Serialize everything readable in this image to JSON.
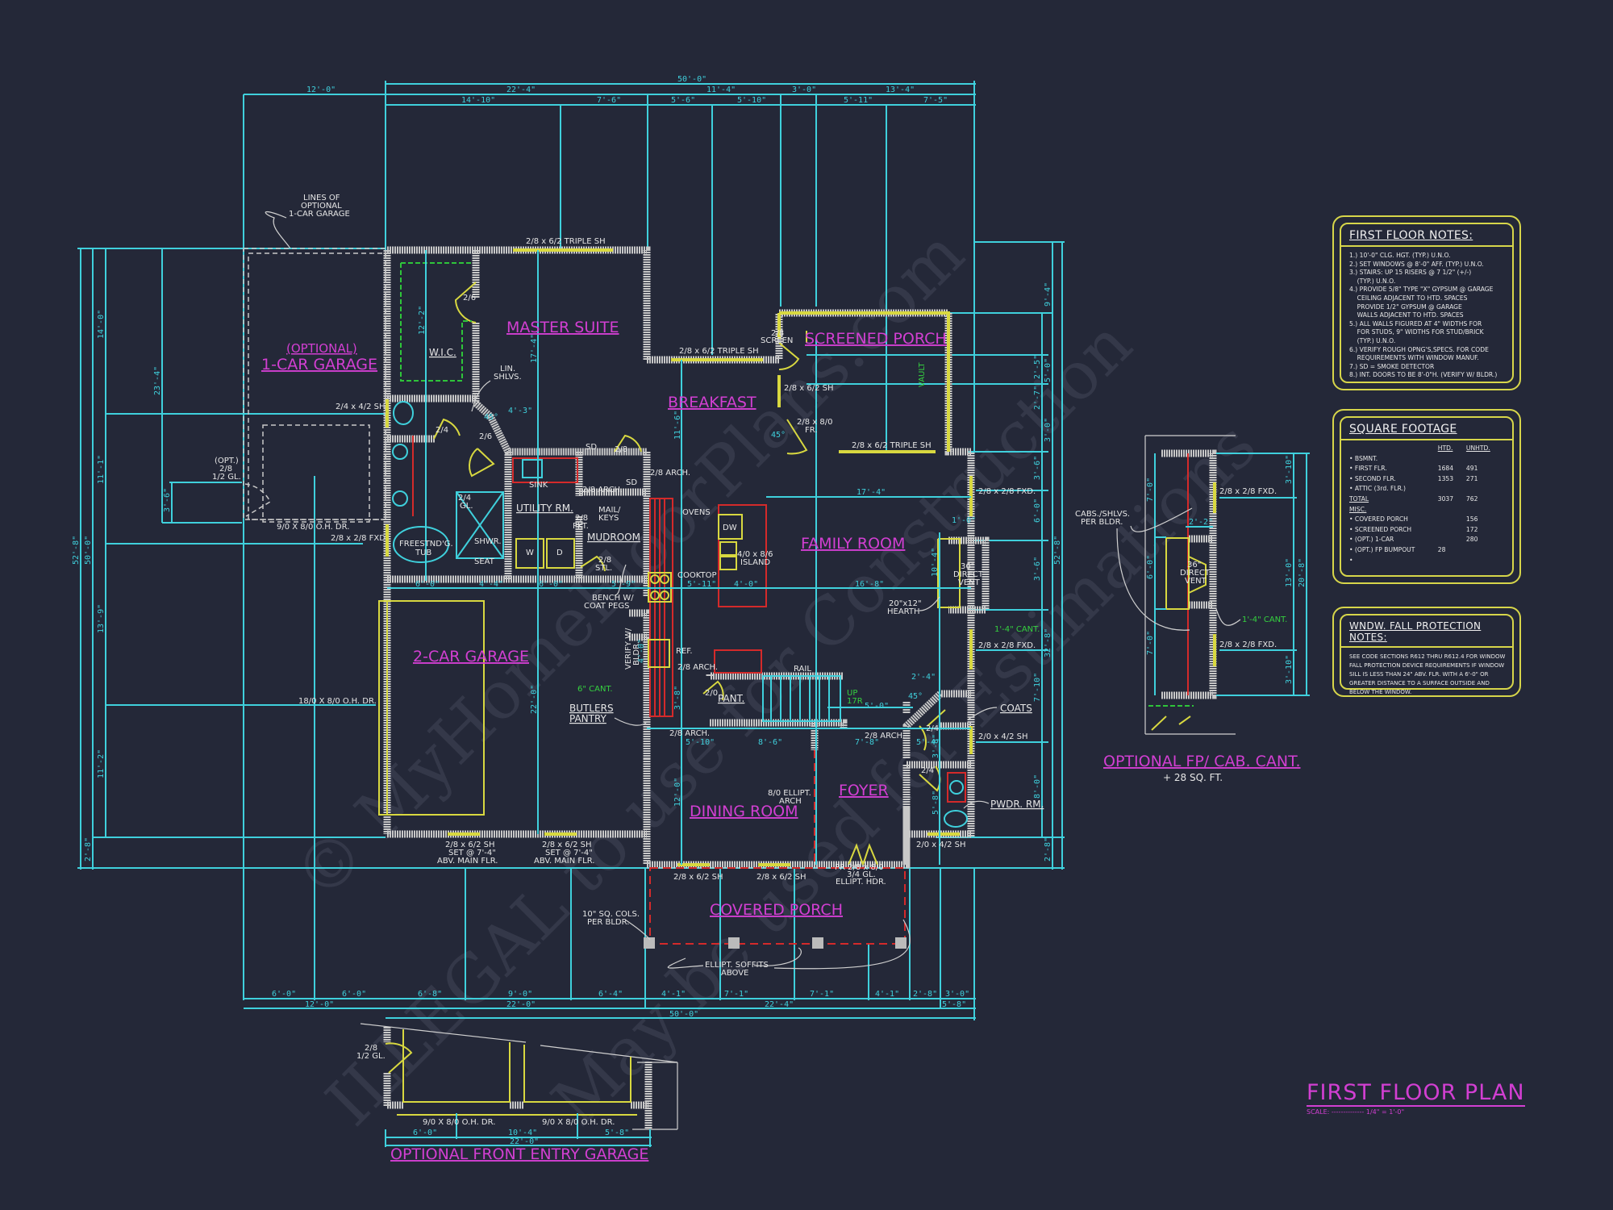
{
  "plan": {
    "title": "FIRST FLOOR PLAN",
    "scale_label": "SCALE:",
    "scale_value": "1/4\" = 1'-0\""
  },
  "colors": {
    "background": "#242838",
    "dimension": "#3fd0dc",
    "wall": "#c8c8c8",
    "window_door": "#d8d840",
    "room_label": "#d23fd2",
    "cabinetry": "#d42a2a",
    "green_note": "#35d13f"
  },
  "rooms": {
    "master_suite": "MASTER SUITE",
    "wic": "W.I.C.",
    "screened_porch": "SCREENED PORCH",
    "breakfast": "BREAKFAST",
    "family_room": "FAMILY ROOM",
    "optional_label": "(OPTIONAL)",
    "one_car_garage": "1-CAR GARAGE",
    "two_car_garage": "2-CAR GARAGE",
    "utility_rm": "UTILITY RM.",
    "mudroom": "MUDROOM",
    "dining_room": "DINING ROOM",
    "foyer": "FOYER",
    "covered_porch": "COVERED PORCH",
    "pant": "PANT.",
    "pwdr_rm": "PWDR. RM.",
    "coats": "COATS",
    "butlers_pantry_1": "BUTLERS",
    "butlers_pantry_2": "PANTRY"
  },
  "labels": {
    "lines_opt_1": "LINES OF",
    "lines_opt_2": "OPTIONAL",
    "lines_opt_3": "1-CAR GARAGE",
    "master_window": "2/8 x 6/2 TRIPLE SH",
    "door_2_6_a": "2/6",
    "door_2_6_b": "2/6",
    "door_2_4_a": "2/4",
    "door_2_8_master": "2/8",
    "lin_shlvs_1": "LIN.",
    "lin_shlvs_2": "SHLVS.",
    "angle_45_a": "45°",
    "dim_4_3": "4'-3\"",
    "sd_1": "SD",
    "sd_2": "SD",
    "breakfast_window": "2/8 x 6/2 TRIPLE SH",
    "screen_door_1": "2/8",
    "screen_door_2": "SCREEN",
    "sp_window_sh": "2/8 x 6/2 SH",
    "fr_door_1": "2/8 x 8/0",
    "fr_door_2": "FR.",
    "angle_45_b": "45°",
    "sp_bottom_window": "2/8 x 6/2 TRIPLE SH",
    "vault": "VAULT",
    "arch_2_8_a": "2/8 ARCH.",
    "arch_2_8_b": "2/8 ARCH.",
    "arch_2_8_c": "2/8 ARCH.",
    "arch_2_8_d": "2/8 ARCH.",
    "arch_2_8_e": "2/8 ARCH.",
    "window_2_4_sh": "2/4 x 4/2 SH",
    "opt_door_1": "(OPT.)",
    "opt_door_2": "2/8",
    "opt_door_3": "1/2 GL.",
    "opt_oh_door": "9/0 X 8/0 O.H. DR.",
    "fxd_garage": "2/8 x 2/8 FXD.",
    "garage_oh_door": "18/0 X 8/0 O.H. DR.",
    "sink": "SINK",
    "gl_door_1": "2/4",
    "gl_door_2": "GL.",
    "shwr": "SHWR.",
    "seat": "SEAT",
    "tub_1": "FREESTND'G.",
    "tub_2": "TUB",
    "washer": "W",
    "dryer": "D",
    "pkt_1": "2/8",
    "pkt_2": "PKT.",
    "mail_1": "MAIL/",
    "mail_2": "KEYS",
    "stl_1": "2/8",
    "stl_2": "STL.",
    "bench_1": "BENCH W/",
    "bench_2": "COAT PEGS",
    "ovens": "OVENS",
    "dw": "DW",
    "island_1": "4/0 x 8/6",
    "island_2": "ISLAND",
    "cooktop": "COOKTOP",
    "ref": "REF.",
    "verify_1": "VERIFY W/",
    "verify_2": "BLDR.",
    "cant_6": "6\" CANT.",
    "fxd_1": "2/8 x 2/8 FXD.",
    "fxd_2": "2/8 x 2/8 FXD.",
    "direct_vent_1": "36\"",
    "direct_vent_2": "DIRECT",
    "direct_vent_3": "VENT",
    "hearth_1": "20\"x12\"",
    "hearth_2": "HEARTH",
    "cant_1_4": "1'-4\" CANT.",
    "rail": "RAIL",
    "door_2_0": "2/0",
    "up_1": "UP",
    "up_2": "17R",
    "door_2_4_b": "2/4",
    "door_2_4_c": "2/4",
    "angle_45_c": "45°",
    "window_2_0_sh_a": "2/0 x 4/2 SH",
    "window_2_0_sh_b": "2/0 x 4/2 SH",
    "ellipt_arch_1": "8/0 ELLIPT.",
    "ellipt_arch_2": "ARCH",
    "garage_win_1a": "2/8 x 6/2 SH",
    "garage_win_1b": "SET @ 7'-4\"",
    "garage_win_1c": "ABV. MAIN FLR.",
    "garage_win_2a": "2/8 x 6/2 SH",
    "garage_win_2b": "SET @ 7'-4\"",
    "garage_win_2c": "ABV. MAIN FLR.",
    "dining_win_a": "2/8 x 6/2 SH",
    "dining_win_b": "2/8 x 6/2 SH",
    "front_door_1": "PR 2/8 x 8/0",
    "front_door_2": "3/4 GL.",
    "front_door_3": "ELLIPT. HDR.",
    "cols_1": "10\" SQ. COLS.",
    "cols_2": "PER BLDR.",
    "soffit_1": "ELLIPT. SOFFITS",
    "soffit_2": "ABOVE"
  },
  "dimensions": {
    "top": {
      "overall": "50'-0\"",
      "row1": [
        "12'-0\"",
        "22'-4\"",
        "11'-4\"",
        "3'-0\"",
        "13'-4\""
      ],
      "row2": [
        "14'-10\"",
        "7'-6\"",
        "5'-6\"",
        "5'-10\"",
        "5'-11\"",
        "7'-5\""
      ]
    },
    "bottom": {
      "row1": [
        "6'-0\"",
        "6'-0\"",
        "6'-8\"",
        "9'-0\"",
        "6'-4\"",
        "4'-1\"",
        "7'-1\"",
        "7'-1\"",
        "4'-1\"",
        "2'-8\"",
        "3'-0\""
      ],
      "row2": [
        "12'-0\"",
        "22'-0\"",
        "22'-4\"",
        "5'-8\""
      ],
      "overall": "50'-0\""
    },
    "left": {
      "outer": "52'-8\"",
      "second": "50'-0\"",
      "third": [
        "14'-0\"",
        "11'-1\"",
        "13'-9\"",
        "11'-2\"",
        "2'-8\""
      ],
      "fourth": [
        "23'-4\"",
        "3'-6\""
      ]
    },
    "right": {
      "outer": "52'-8\"",
      "second": "32'-8\"",
      "third": [
        "9'-4\"",
        "5'-0\"",
        "3'-0\"",
        "3'-6\"",
        "6'-0\"",
        "3'-6\"",
        "7'-10\"",
        "8'-0\"",
        "2'-8\""
      ],
      "small": [
        "2'-5\"",
        "2'-7\""
      ]
    },
    "interior": {
      "wic_height": "12'-2\"",
      "master_height": "17'-4\"",
      "breakfast_height": "11'-6\"",
      "family_width": "17'-4\"",
      "cooktop_5_11": "5'-11\"",
      "island_4_0": "4'-0\"",
      "family_16_8": "16'-8\"",
      "fp_1_0": "1'-0\"",
      "fp_10_4": "10'-4\"",
      "row_mid": [
        "6'-0\"",
        "4'-4\"",
        "6'-0\"",
        "5'-9\""
      ],
      "row_stair": [
        "5'-10\"",
        "8'-6\"",
        "7'-8\"",
        "5'-4\""
      ],
      "garage_22": "22'-0\"",
      "stair_5_0": "5'-0\"",
      "coats_2_4": "2'-4\"",
      "verify_4_0": "4'-0\"",
      "dim_12_0": "12'-0\"",
      "pwdr_5_8": "5'-8\"",
      "coats_3_8": "3'-8\"",
      "pant_3_8": "3'-8\""
    }
  },
  "notes": {
    "first_floor": {
      "title": "FIRST FLOOR NOTES:",
      "lines": [
        "1.) 10'-0\" CLG. HGT. (TYP.) U.N.O.",
        "2.) SET WINDOWS @ 8'-0\" AFF. (TYP.) U.N.O.",
        "3.) STAIRS: UP 15 RISERS @ 7 1/2\" (+/-)",
        "    (TYP.) U.N.O.",
        "4.) PROVIDE 5/8\" TYPE \"X\" GYPSUM @ GARAGE",
        "    CEILING ADJACENT TO HTD. SPACES",
        "    PROVIDE 1/2\" GYPSUM @ GARAGE",
        "    WALLS ADJACENT TO HTD. SPACES",
        "5.) ALL WALLS FIGURED AT 4\" WIDTHS FOR",
        "    FOR STUDS, 9\" WIDTHS FOR STUD/BRICK",
        "    (TYP.) U.N.O.",
        "6.) VERIFY ROUGH OPNG'S,SPECS. FOR CODE",
        "    REQUIREMENTS WITH WINDOW MANUF.",
        "7.) SD = SMOKE DETECTOR",
        "8.) INT. DOORS TO BE 8'-0\"H. (VERIFY W/ BLDR.)"
      ]
    },
    "square_footage": {
      "title": "SQUARE FOOTAGE",
      "headers": [
        "",
        "HTD.",
        "UNHTD."
      ],
      "rows": [
        {
          "label": "• BSMNT.",
          "htd": "",
          "unhtd": ""
        },
        {
          "label": "• FIRST FLR.",
          "htd": "1684",
          "unhtd": "491"
        },
        {
          "label": "• SECOND FLR.",
          "htd": "1353",
          "unhtd": "271"
        },
        {
          "label": "• ATTIC (3rd. FLR.)",
          "htd": "",
          "unhtd": ""
        }
      ],
      "total": {
        "label": "TOTAL",
        "htd": "3037",
        "unhtd": "762"
      },
      "misc_title": "MISC.",
      "misc_rows": [
        {
          "label": "• COVERED PORCH",
          "htd": "",
          "unhtd": "156"
        },
        {
          "label": "• SCREENED PORCH",
          "htd": "",
          "unhtd": "172"
        },
        {
          "label": "• (OPT.) 1-CAR",
          "htd": "",
          "unhtd": "280"
        },
        {
          "label": "• (OPT.) FP BUMPOUT",
          "htd": "28",
          "unhtd": ""
        },
        {
          "label": "•",
          "htd": "",
          "unhtd": ""
        }
      ]
    },
    "fall_protection": {
      "title": "WNDW. FALL PROTECTION NOTES:",
      "lines": [
        "SEE CODE SECTIONS R612 THRU R612.4 FOR WINDOW",
        "FALL PROTECTION DEVICE REQUIREMENTS IF WINDOW",
        "SILL IS LESS THAN 24\" ABV. FLR. WITH A 6'-0\" OR",
        "GREATER DISTANCE TO A SURFACE OUTSIDE AND",
        "BELOW THE WINDOW."
      ]
    }
  },
  "optional_fp": {
    "title": "OPTIONAL FP/ CAB. CANT.",
    "subtitle": "+ 28 SQ. FT.",
    "cabs_1": "CABS./SHLVS.",
    "cabs_2": "PER BLDR.",
    "fxd_1": "2/8 x 2/8 FXD.",
    "fxd_2": "2/8 x 2/8 FXD.",
    "vent_1": "36\"",
    "vent_2": "DIRECT",
    "vent_3": "VENT",
    "cant": "1'-4\" CANT.",
    "dims": [
      "7'-0\"",
      "6'-0\"",
      "7'-0\"",
      "2'-2\"",
      "3'-10\"",
      "13'-0\"",
      "3'-10\"",
      "20'-8\""
    ]
  },
  "optional_front_garage": {
    "title": "OPTIONAL FRONT ENTRY GARAGE",
    "door_1": "2/8",
    "door_2": "1/2 GL.",
    "oh_door_a": "9/0 X 8/0 O.H. DR.",
    "oh_door_b": "9/0 X 8/0 O.H. DR.",
    "dims": [
      "6'-0\"",
      "10'-4\"",
      "5'-8\"",
      "22'-0\""
    ]
  },
  "watermark": {
    "line1": "© MyHomeFloorPlans.com",
    "line2": "ILLEGAL to use for Construction",
    "line3": "May be used for Estimations"
  }
}
